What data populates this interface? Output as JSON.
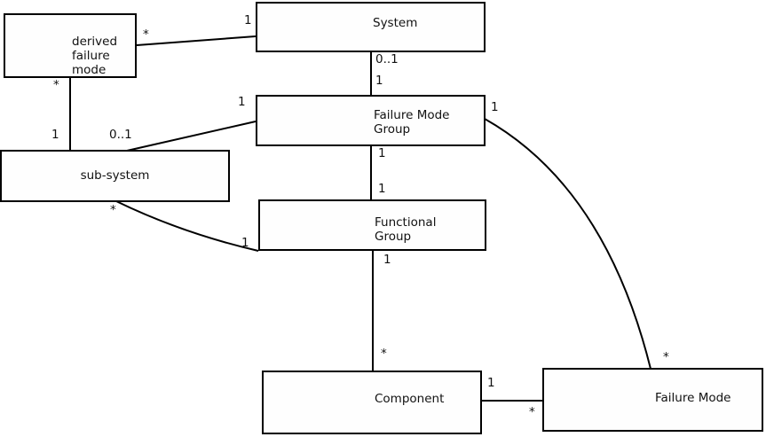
{
  "diagram": {
    "kind": "uml-association-diagram",
    "background": "#ffffff",
    "line_color": "#000000",
    "box_fill": "#fefefe",
    "text_color": "#111111",
    "entities": [
      {
        "id": "derived-failure-mode",
        "label_lines": [
          "derived",
          "failure",
          "mode"
        ]
      },
      {
        "id": "system",
        "label_lines": [
          "System"
        ]
      },
      {
        "id": "failure-mode-group",
        "label_lines": [
          "Failure Mode",
          "Group"
        ]
      },
      {
        "id": "sub-system",
        "label_lines": [
          "sub-system"
        ]
      },
      {
        "id": "functional-group",
        "label_lines": [
          "Functional",
          "Group"
        ]
      },
      {
        "id": "component",
        "label_lines": [
          "Component"
        ]
      },
      {
        "id": "failure-mode",
        "label_lines": [
          "Failure Mode"
        ]
      }
    ],
    "connections": [
      {
        "from": "derived-failure-mode",
        "to": "system",
        "labels": [
          {
            "end": "derived-failure-mode",
            "text": "*"
          },
          {
            "end": "system",
            "text": "1"
          }
        ]
      },
      {
        "from": "derived-failure-mode",
        "to": "sub-system",
        "labels": [
          {
            "end": "derived-failure-mode",
            "text": "*"
          },
          {
            "end": "sub-system",
            "text": "1"
          }
        ]
      },
      {
        "from": "sub-system",
        "to": "failure-mode-group",
        "labels": [
          {
            "end": "sub-system",
            "text": "0..1"
          },
          {
            "end": "failure-mode-group",
            "text": "1"
          }
        ]
      },
      {
        "from": "system",
        "to": "failure-mode-group",
        "labels": [
          {
            "end": "system",
            "text": "0..1"
          },
          {
            "end": "failure-mode-group",
            "text": "1"
          }
        ]
      },
      {
        "from": "failure-mode-group",
        "to": "functional-group",
        "labels": [
          {
            "end": "failure-mode-group",
            "text": "1"
          },
          {
            "end": "functional-group",
            "text": "1"
          }
        ]
      },
      {
        "from": "failure-mode-group",
        "to": "failure-mode",
        "labels": [
          {
            "end": "failure-mode-group",
            "text": "1"
          },
          {
            "end": "failure-mode",
            "text": "*"
          }
        ]
      },
      {
        "from": "sub-system",
        "to": "functional-group",
        "labels": [
          {
            "end": "sub-system",
            "text": "*"
          },
          {
            "end": "functional-group",
            "text": "1"
          }
        ]
      },
      {
        "from": "functional-group",
        "to": "component",
        "labels": [
          {
            "end": "functional-group",
            "text": "1"
          },
          {
            "end": "component",
            "text": "*"
          }
        ]
      },
      {
        "from": "component",
        "to": "failure-mode",
        "labels": [
          {
            "end": "component",
            "text": "1"
          },
          {
            "end": "failure-mode",
            "text": "*"
          }
        ]
      }
    ]
  }
}
